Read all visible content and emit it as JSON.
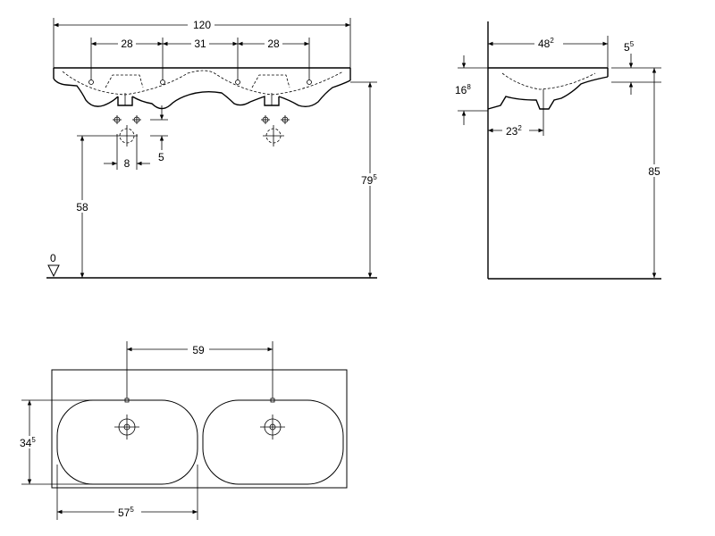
{
  "front_view": {
    "dim_total_width": {
      "main": "120"
    },
    "dim_hole_left": {
      "main": "28"
    },
    "dim_hole_mid": {
      "main": "31"
    },
    "dim_hole_right": {
      "main": "28"
    },
    "dim_drain_spacing": {
      "main": "8"
    },
    "dim_drain_offset": {
      "main": "5"
    },
    "dim_drain_height": {
      "main": "58"
    },
    "dim_rim_height": {
      "main": "79",
      "sup": "5"
    },
    "floor_level": {
      "main": "0"
    }
  },
  "side_view": {
    "dim_depth": {
      "main": "48",
      "sup": "2"
    },
    "dim_rim_thickness": {
      "main": "5",
      "sup": "5"
    },
    "dim_basin_height": {
      "main": "16",
      "sup": "8"
    },
    "dim_drain_distance": {
      "main": "23",
      "sup": "2"
    },
    "dim_total_height": {
      "main": "85"
    }
  },
  "top_view": {
    "dim_bowl_spacing": {
      "main": "59"
    },
    "dim_bowl_depth": {
      "main": "34",
      "sup": "5"
    },
    "dim_bowl_width": {
      "main": "57",
      "sup": "5"
    }
  }
}
